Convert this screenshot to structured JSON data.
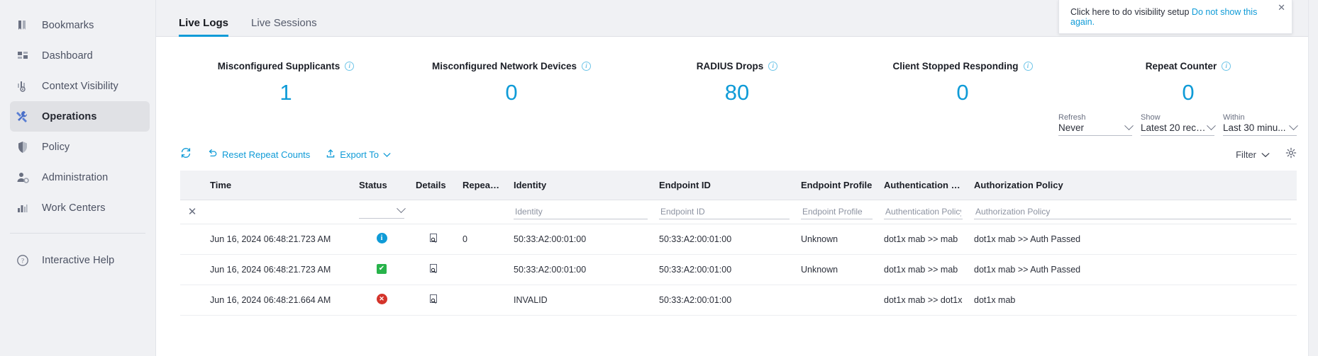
{
  "sidebar": {
    "items": [
      {
        "label": "Bookmarks",
        "icon": "bookmark-icon",
        "active": false
      },
      {
        "label": "Dashboard",
        "icon": "dashboard-grid-icon",
        "active": false
      },
      {
        "label": "Context Visibility",
        "icon": "context-visibility-icon",
        "active": false
      },
      {
        "label": "Operations",
        "icon": "tools-wrench-icon",
        "active": true
      },
      {
        "label": "Policy",
        "icon": "shield-icon",
        "active": false
      },
      {
        "label": "Administration",
        "icon": "user-gear-icon",
        "active": false
      },
      {
        "label": "Work Centers",
        "icon": "bar-chart-icon",
        "active": false
      }
    ],
    "help": {
      "label": "Interactive Help",
      "icon": "question-circle-icon"
    }
  },
  "banner": {
    "text": "Click here to do visibility setup",
    "link": "Do not show this again.",
    "close_icon": "close-icon"
  },
  "tabs": [
    {
      "label": "Live Logs",
      "active": true
    },
    {
      "label": "Live Sessions",
      "active": false
    }
  ],
  "metrics": [
    {
      "title": "Misconfigured Supplicants",
      "value": "1"
    },
    {
      "title": "Misconfigured Network Devices",
      "value": "0"
    },
    {
      "title": "RADIUS Drops",
      "value": "80"
    },
    {
      "title": "Client Stopped Responding",
      "value": "0"
    },
    {
      "title": "Repeat Counter",
      "value": "0"
    }
  ],
  "selects": [
    {
      "label": "Refresh",
      "value": "Never"
    },
    {
      "label": "Show",
      "value": "Latest 20 reco..."
    },
    {
      "label": "Within",
      "value": "Last 30 minu..."
    }
  ],
  "toolbar": {
    "refresh_icon": "refresh-icon",
    "reset_label": "Reset Repeat Counts",
    "reset_icon": "undo-arrow-icon",
    "export_label": "Export To",
    "export_icon": "export-upload-icon",
    "filter_label": "Filter",
    "filter_icon": "filter-chevron-icon",
    "settings_icon": "gear-icon"
  },
  "table": {
    "columns": [
      "Time",
      "Status",
      "Details",
      "Repeat ...",
      "Identity",
      "Endpoint ID",
      "Endpoint Profile",
      "Authentication Po...",
      "Authorization Policy"
    ],
    "filters": {
      "clear_icon": "close-x-icon",
      "identity": "Identity",
      "endpoint_id": "Endpoint ID",
      "endpoint_profile": "Endpoint Profile",
      "authentication_policy": "Authentication Policy",
      "authorization_policy": "Authorization Policy"
    },
    "rows": [
      {
        "time": "Jun 16, 2024 06:48:21.723 AM",
        "status": "info",
        "details_icon": "details-report-icon",
        "repeat": "0",
        "identity": "50:33:A2:00:01:00",
        "endpoint_id": "50:33:A2:00:01:00",
        "endpoint_profile": "Unknown",
        "endpoint_profile_link": true,
        "authentication_policy": "dot1x mab >> mab",
        "authorization_policy": "dot1x mab >> Auth Passed"
      },
      {
        "time": "Jun 16, 2024 06:48:21.723 AM",
        "status": "ok",
        "details_icon": "details-report-icon",
        "repeat": "",
        "identity": "50:33:A2:00:01:00",
        "endpoint_id": "50:33:A2:00:01:00",
        "endpoint_profile": "Unknown",
        "endpoint_profile_link": false,
        "authentication_policy": "dot1x mab >> mab",
        "authorization_policy": "dot1x mab >> Auth Passed"
      },
      {
        "time": "Jun 16, 2024 06:48:21.664 AM",
        "status": "error",
        "details_icon": "details-report-icon",
        "repeat": "",
        "identity": "INVALID",
        "endpoint_id": "50:33:A2:00:01:00",
        "endpoint_profile": "",
        "endpoint_profile_link": false,
        "authentication_policy": "dot1x mab >> dot1x",
        "authorization_policy": "dot1x mab"
      }
    ]
  },
  "colors": {
    "accent": "#0f9bd7",
    "link": "#0f8dcc",
    "success": "#27b34a",
    "error": "#d4342b",
    "sidebar_bg": "#f0f1f4"
  }
}
